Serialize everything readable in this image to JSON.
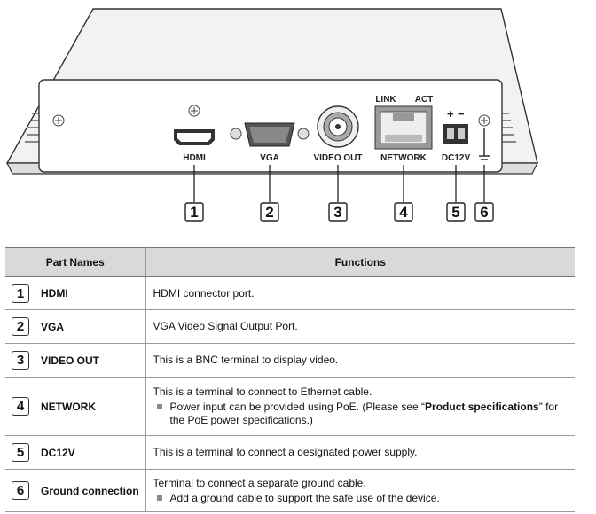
{
  "ports": [
    {
      "label": "HDMI",
      "number": "1"
    },
    {
      "label": "VGA",
      "number": "2"
    },
    {
      "label": "VIDEO OUT",
      "number": "3"
    },
    {
      "label": "NETWORK",
      "number": "4"
    },
    {
      "label": "DC12V",
      "number": "5"
    },
    {
      "label": "",
      "number": "6"
    }
  ],
  "network_leds": {
    "link": "LINK",
    "act": "ACT"
  },
  "polarity": {
    "plus": "+",
    "minus": "−"
  },
  "table": {
    "header_names": "Part Names",
    "header_functions": "Functions",
    "rows": [
      {
        "num": "1",
        "name": "HDMI",
        "func": "HDMI connector port."
      },
      {
        "num": "2",
        "name": "VGA",
        "func": "VGA Video Signal Output Port."
      },
      {
        "num": "3",
        "name": "VIDEO OUT",
        "func": "This is a BNC terminal to display video."
      },
      {
        "num": "4",
        "name": "NETWORK",
        "func": "This is a terminal to connect to Ethernet cable.",
        "note_pre": "Power input can be provided using PoE. (Please see “",
        "note_bold": "Product specifications",
        "note_post": "” for the PoE power specifications.)"
      },
      {
        "num": "5",
        "name": "DC12V",
        "func": "This is a terminal to connect a designated power supply."
      },
      {
        "num": "6",
        "name": "Ground connection",
        "func": "Terminal to connect a separate ground cable.",
        "note": "Add a ground cable to support the safe use of the device."
      }
    ]
  }
}
